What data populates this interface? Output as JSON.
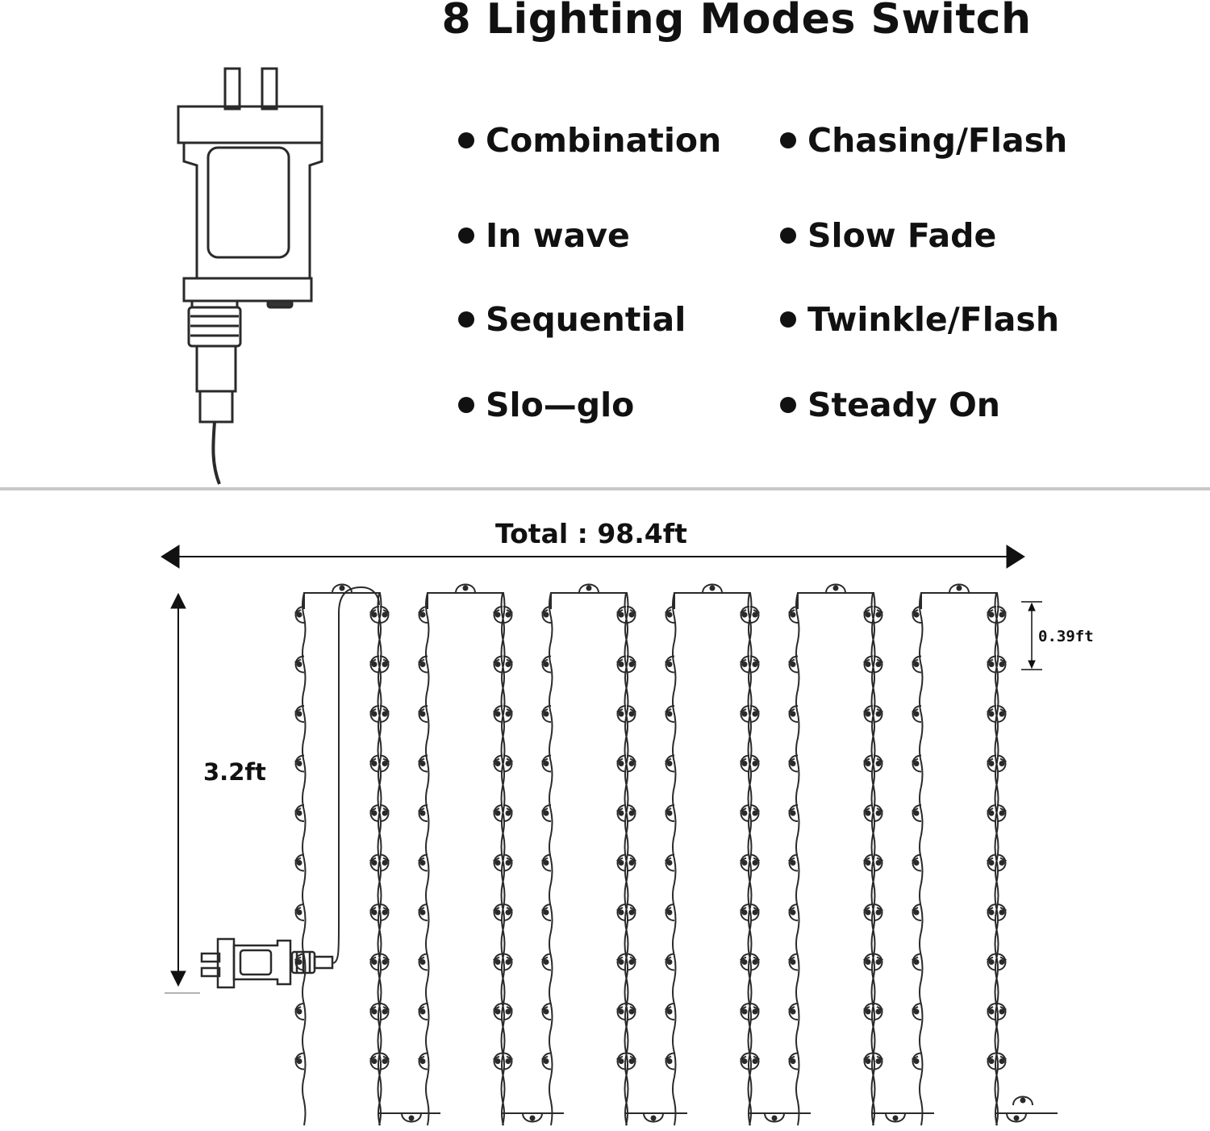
{
  "title": "8 Lighting Modes Switch",
  "modes": [
    {
      "label": "Combination"
    },
    {
      "label": "Chasing/Flash"
    },
    {
      "label": "In wave"
    },
    {
      "label": "Slow Fade"
    },
    {
      "label": "Sequential"
    },
    {
      "label": "Twinkle/Flash"
    },
    {
      "label": "Slo—glo"
    },
    {
      "label": "Steady On"
    }
  ],
  "dimensions": {
    "total_length": "Total : 98.4ft",
    "drop_height": "3.2ft",
    "bulb_spacing": "0.39ft"
  },
  "strand_count": 6,
  "bulbs_per_side": 10,
  "colors": {
    "line": "#222222",
    "divider": "#c9c9c9"
  }
}
